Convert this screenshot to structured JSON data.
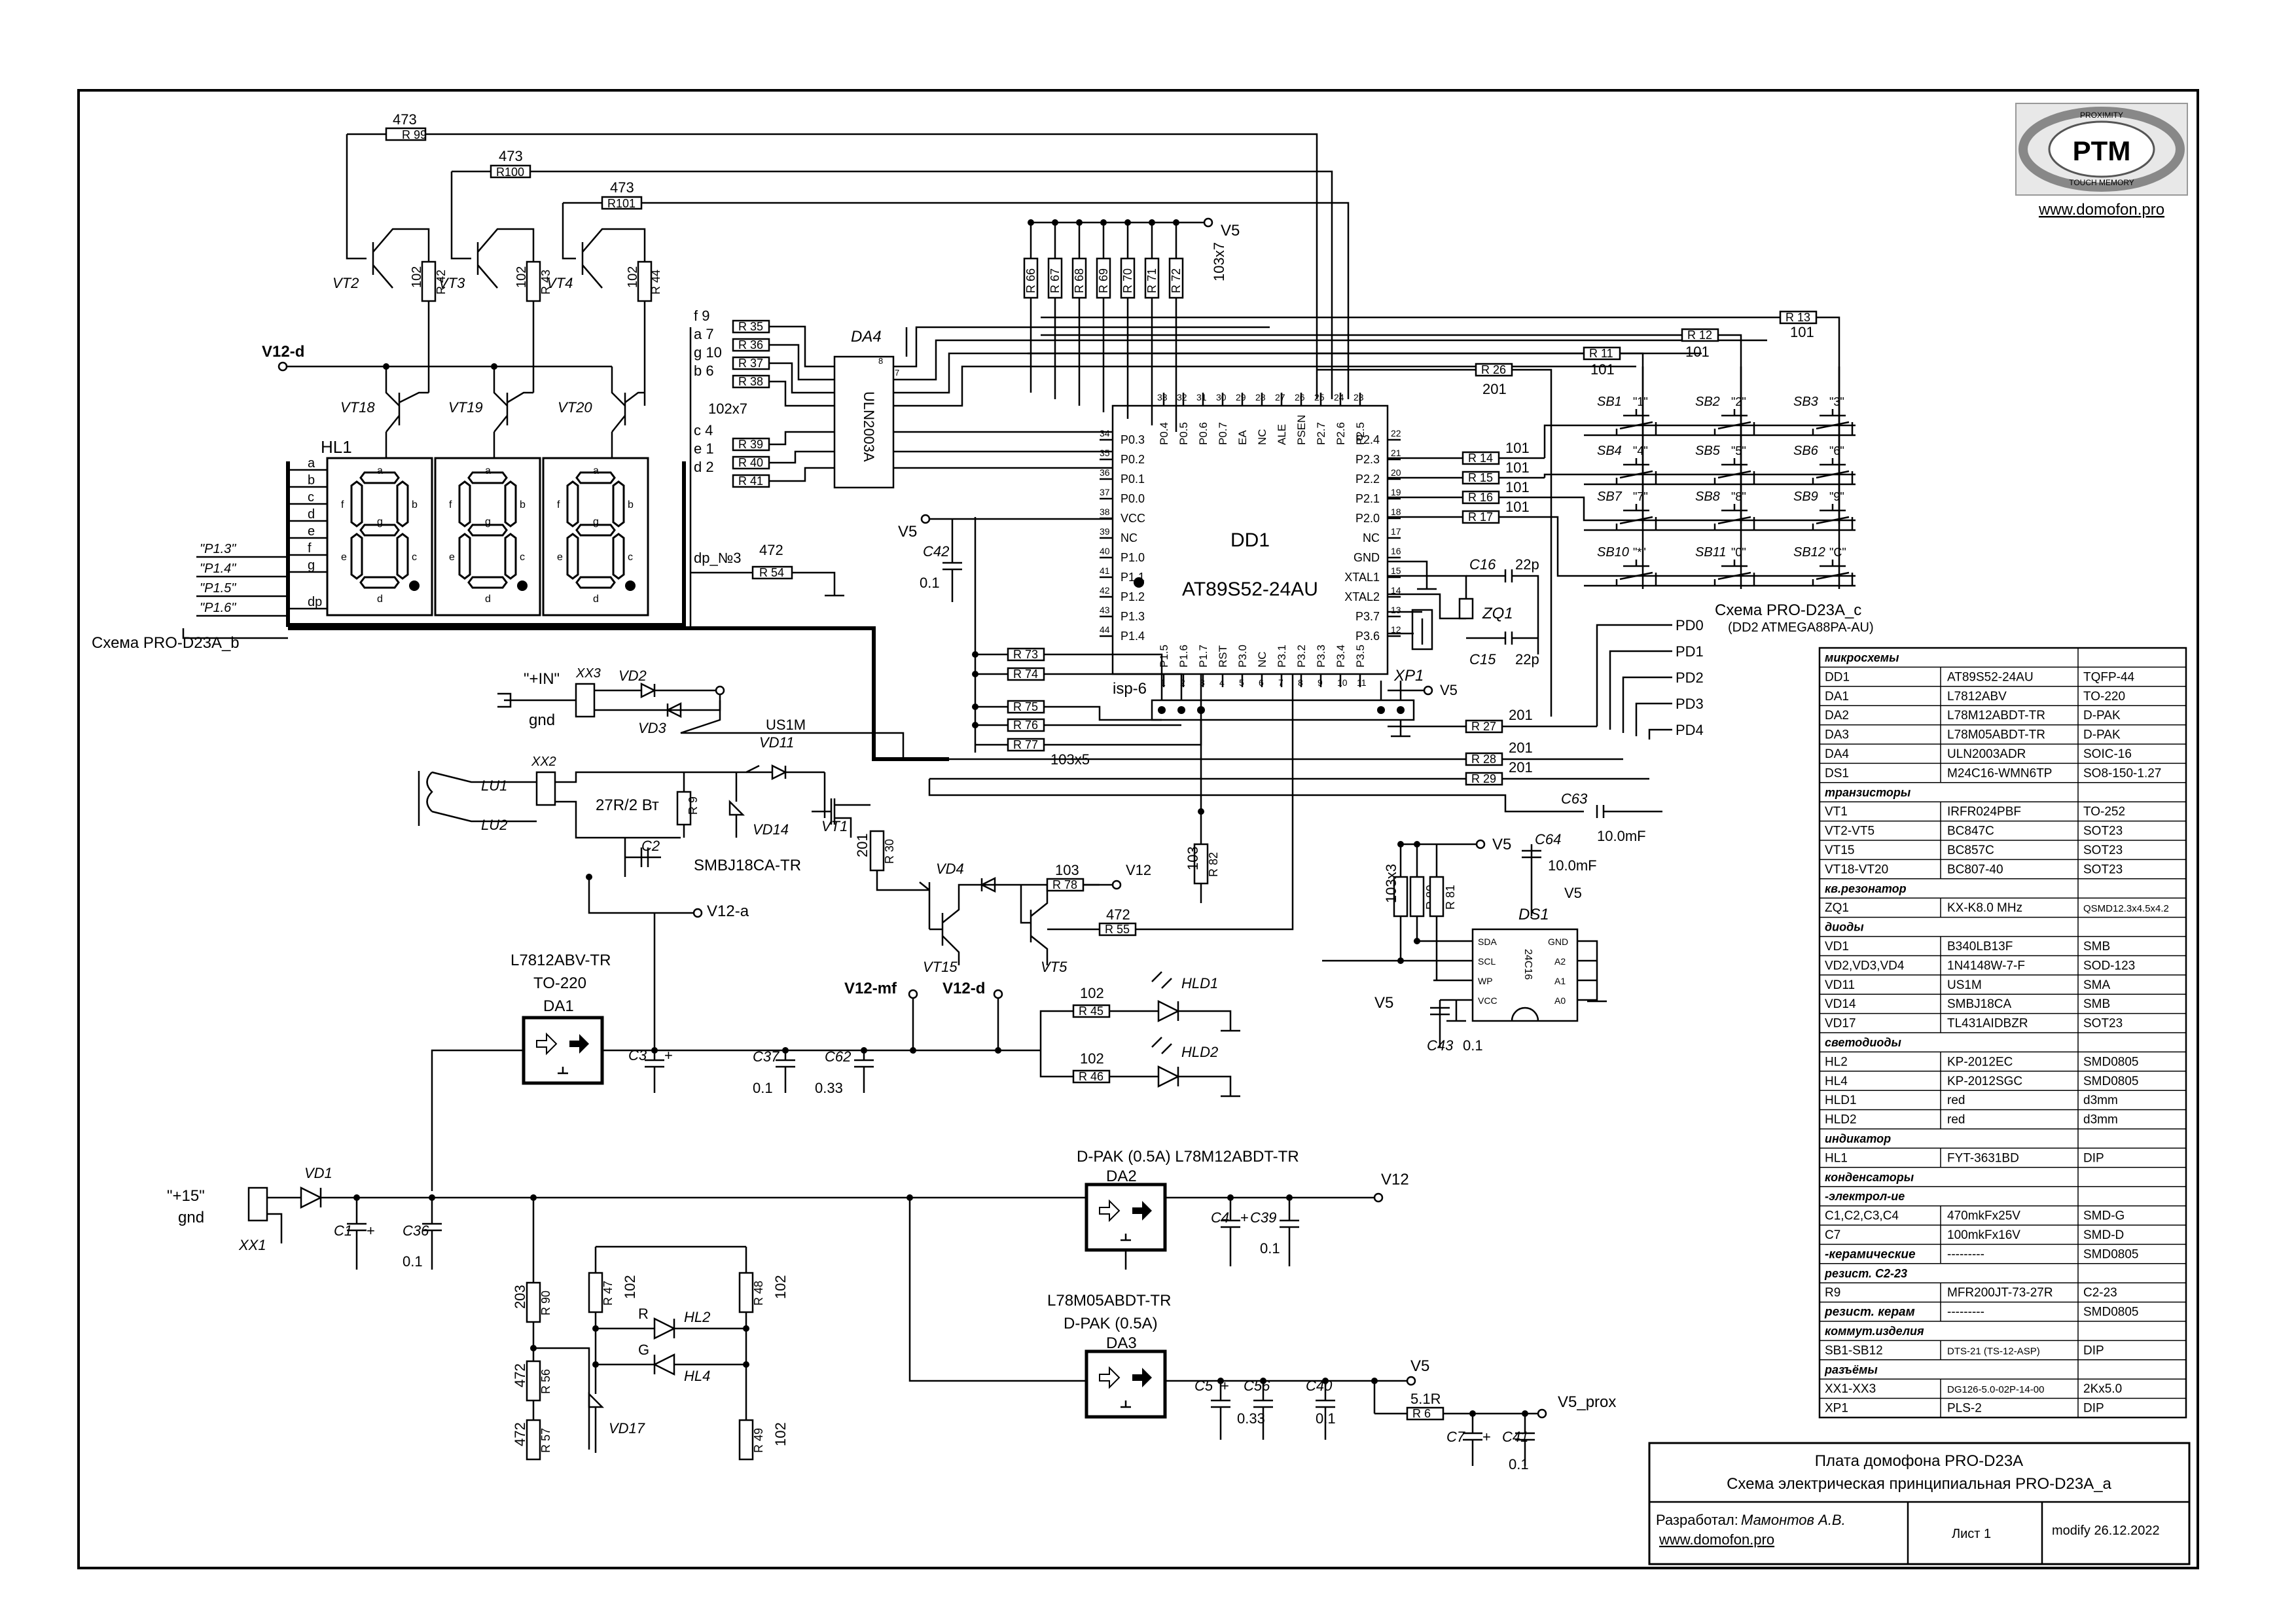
{
  "title_block": {
    "line1": "Плата домофона  PRO-D23A",
    "line2": "Схема электрическая принципиальная PRO-D23A_a",
    "author_label": "Разработал:",
    "author": "Мамонтов А.В.",
    "site": "www.domofon.pro",
    "sheet": "Лист 1",
    "modified": "modify 26.12.2022"
  },
  "logo": {
    "text": "PTM",
    "ring_top": "PROXIMITY",
    "ring_bottom": "TOUCH MEMORY",
    "url": "www.domofon.pro"
  },
  "bom": [
    {
      "name": "микросхемы",
      "section": true
    },
    {
      "name": "DD1",
      "part": "AT89S52-24AU",
      "pkg": "TQFP-44"
    },
    {
      "name": "DA1",
      "part": "L7812ABV",
      "pkg": "TO-220"
    },
    {
      "name": "DA2",
      "part": "L78M12ABDT-TR",
      "pkg": "D-PAK"
    },
    {
      "name": "DA3",
      "part": "L78M05ABDT-TR",
      "pkg": "D-PAK"
    },
    {
      "name": "DA4",
      "part": "ULN2003ADR",
      "pkg": "SOIC-16"
    },
    {
      "name": "DS1",
      "part": "M24C16-WMN6TP",
      "pkg": "SO8-150-1.27"
    },
    {
      "name": "транзисторы",
      "section": true
    },
    {
      "name": "VT1",
      "part": "IRFR024PBF",
      "pkg": "TO-252"
    },
    {
      "name": "VT2-VT5",
      "part": "BC847C",
      "pkg": "SOT23"
    },
    {
      "name": "VT15",
      "part": "BC857C",
      "pkg": "SOT23"
    },
    {
      "name": "VT18-VT20",
      "part": "BC807-40",
      "pkg": "SOT23"
    },
    {
      "name": "кв.резонатор",
      "section": true
    },
    {
      "name": "ZQ1",
      "part": "KX-K8.0 MHz",
      "pkg": "QSMD12.3x4.5x4.2"
    },
    {
      "name": "диоды",
      "section": true
    },
    {
      "name": "VD1",
      "part": "B340LB13F",
      "pkg": "SMB"
    },
    {
      "name": "VD2,VD3,VD4",
      "part": "1N4148W-7-F",
      "pkg": "SOD-123"
    },
    {
      "name": "VD11",
      "part": "US1M",
      "pkg": "SMA"
    },
    {
      "name": "VD14",
      "part": "SMBJ18CA",
      "pkg": "SMB"
    },
    {
      "name": "VD17",
      "part": "TL431AIDBZR",
      "pkg": "SOT23"
    },
    {
      "name": "светодиоды",
      "section": true
    },
    {
      "name": "HL2",
      "part": "KP-2012EC",
      "pkg": "SMD0805"
    },
    {
      "name": "HL4",
      "part": "KP-2012SGC",
      "pkg": "SMD0805"
    },
    {
      "name": "HLD1",
      "part": "red",
      "pkg": "d3mm"
    },
    {
      "name": "HLD2",
      "part": "red",
      "pkg": "d3mm"
    },
    {
      "name": "индикатор",
      "section": true
    },
    {
      "name": "HL1",
      "part": "FYT-3631BD",
      "pkg": "DIP"
    },
    {
      "name": "конденсаторы",
      "section": true
    },
    {
      "name": "-электрол-ие",
      "section": true
    },
    {
      "name": "C1,C2,C3,C4",
      "part": "470mkFx25V",
      "pkg": "SMD-G"
    },
    {
      "name": "C7",
      "part": "100mkFx16V",
      "pkg": "SMD-D"
    },
    {
      "name": "-керамические",
      "part": "---------",
      "pkg": "SMD0805",
      "italic": true
    },
    {
      "name": "резист. C2-23",
      "section": true
    },
    {
      "name": "R9",
      "part": "MFR200JT-73-27R",
      "pkg": "C2-23"
    },
    {
      "name": "резист. керам",
      "part": "---------",
      "pkg": "SMD0805",
      "italic": true
    },
    {
      "name": "коммут.изделия",
      "section": true
    },
    {
      "name": "SB1-SB12",
      "part": "DTS-21 (TS-12-ASP)",
      "pkg": "DIP"
    },
    {
      "name": "разъёмы",
      "section": true
    },
    {
      "name": "XX1-XX3",
      "part": "DG126-5.0-02P-14-00",
      "pkg": "2Kx5.0"
    },
    {
      "name": "XP1",
      "part": "PLS-2",
      "pkg": "DIP"
    }
  ],
  "mcu": {
    "ref": "DD1",
    "part": "AT89S52-24AU",
    "top_pins": [
      {
        "num": "33",
        "name": "P0.4"
      },
      {
        "num": "32",
        "name": "P0.5"
      },
      {
        "num": "31",
        "name": "P0.6"
      },
      {
        "num": "30",
        "name": "P0.7"
      },
      {
        "num": "29",
        "name": "EA"
      },
      {
        "num": "28",
        "name": "NC"
      },
      {
        "num": "27",
        "name": "ALE"
      },
      {
        "num": "26",
        "name": "PSEN"
      },
      {
        "num": "25",
        "name": "P2.7"
      },
      {
        "num": "24",
        "name": "P2.6"
      },
      {
        "num": "23",
        "name": "P2.5"
      }
    ],
    "left_pins": [
      {
        "num": "34",
        "name": "P0.3"
      },
      {
        "num": "35",
        "name": "P0.2"
      },
      {
        "num": "36",
        "name": "P0.1"
      },
      {
        "num": "37",
        "name": "P0.0"
      },
      {
        "num": "38",
        "name": "VCC"
      },
      {
        "num": "39",
        "name": "NC"
      },
      {
        "num": "40",
        "name": "P1.0"
      },
      {
        "num": "41",
        "name": "P1.1"
      },
      {
        "num": "42",
        "name": "P1.2"
      },
      {
        "num": "43",
        "name": "P1.3"
      },
      {
        "num": "44",
        "name": "P1.4"
      }
    ],
    "right_pins": [
      {
        "num": "22",
        "name": "P2.4"
      },
      {
        "num": "21",
        "name": "P2.3"
      },
      {
        "num": "20",
        "name": "P2.2"
      },
      {
        "num": "19",
        "name": "P2.1"
      },
      {
        "num": "18",
        "name": "P2.0"
      },
      {
        "num": "17",
        "name": "NC"
      },
      {
        "num": "16",
        "name": "GND"
      },
      {
        "num": "15",
        "name": "XTAL1"
      },
      {
        "num": "14",
        "name": "XTAL2"
      },
      {
        "num": "13",
        "name": "P3.7"
      },
      {
        "num": "12",
        "name": "P3.6"
      }
    ],
    "bottom_pins": [
      {
        "num": "1",
        "name": "P1.5"
      },
      {
        "num": "2",
        "name": "P1.6"
      },
      {
        "num": "3",
        "name": "P1.7"
      },
      {
        "num": "4",
        "name": "RST"
      },
      {
        "num": "5",
        "name": "P3.0"
      },
      {
        "num": "6",
        "name": "NC"
      },
      {
        "num": "7",
        "name": "P3.1"
      },
      {
        "num": "8",
        "name": "P3.2"
      },
      {
        "num": "9",
        "name": "P3.3"
      },
      {
        "num": "10",
        "name": "P3.4"
      },
      {
        "num": "11",
        "name": "P3.5"
      }
    ]
  },
  "keypad": [
    {
      "ref": "SB1",
      "key": "\"1\""
    },
    {
      "ref": "SB2",
      "key": "\"2\""
    },
    {
      "ref": "SB3",
      "key": "\"3\""
    },
    {
      "ref": "SB4",
      "key": "\"4\""
    },
    {
      "ref": "SB5",
      "key": "\"5\""
    },
    {
      "ref": "SB6",
      "key": "\"6\""
    },
    {
      "ref": "SB7",
      "key": "\"7\""
    },
    {
      "ref": "SB8",
      "key": "\"8\""
    },
    {
      "ref": "SB9",
      "key": "\"9\""
    },
    {
      "ref": "SB10",
      "key": "\"*\""
    },
    {
      "ref": "SB11",
      "key": "\"0\""
    },
    {
      "ref": "SB12",
      "key": "\"C\""
    }
  ],
  "labels": {
    "v5": "V5",
    "v12": "V12",
    "v12d": "V12-d",
    "v12a": "V12-a",
    "v12mf": "V12-mf",
    "v5prox": "V5_prox",
    "gnd": "gnd",
    "in": "\"+IN\"",
    "p15": "\"+15\"",
    "schema_b": "Схема  PRO-D23A_b",
    "schema_c": "Схема  PRO-D23A_c",
    "schema_c_sub": "(DD2 ATMEGA88PA-AU)",
    "hl1": "HL1",
    "dp3": "dp_№3",
    "isp": "isp-6",
    "xp1": "XP1",
    "ds1": "DS1",
    "eeprom": "24C16",
    "da4": "DA4",
    "uln": "ULN2003A",
    "zq1": "ZQ1",
    "da1_part": "L7812ABV-TR",
    "da1_pkg": "TO-220",
    "da1": "DA1",
    "da2_title": "D-PAK (0.5A)  L78M12ABDT-TR",
    "da2": "DA2",
    "da3_part": "L78M05ABDT-TR",
    "da3_pkg": "D-PAK (0.5A)",
    "da3": "DA3",
    "r9val": "27R/2 Вт",
    "us1m": "US1M",
    "smbj": "SMBJ18CA-TR"
  },
  "pd_lines": [
    "PD0",
    "PD1",
    "PD2",
    "PD3",
    "PD4"
  ],
  "p_lines": [
    "\"P1.3\"",
    "\"P1.4\"",
    "\"P1.5\"",
    "\"P1.6\""
  ],
  "seg_rows": [
    "a",
    "b",
    "c",
    "d",
    "e",
    "f",
    "g",
    "dp"
  ]
}
